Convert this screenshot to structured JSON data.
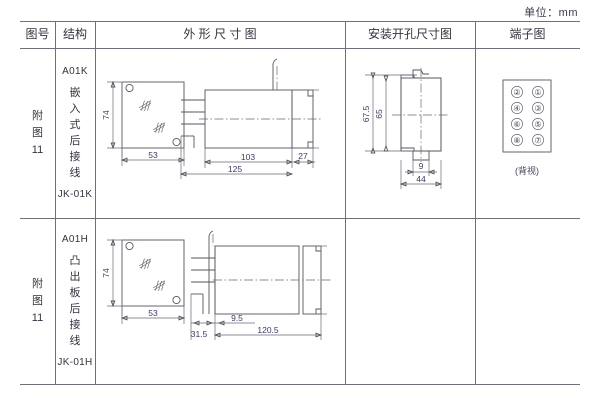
{
  "unit_note": "单位：mm",
  "table": {
    "headers": [
      {
        "key": "fig_no",
        "label": "图号"
      },
      {
        "key": "structure",
        "label": "结构"
      },
      {
        "key": "outline_dim",
        "label": "外 形 尺 寸 图"
      },
      {
        "key": "mounting_hole_dim",
        "label": "安装开孔尺寸图"
      },
      {
        "key": "terminal_diagram",
        "label": "端子图"
      }
    ],
    "rows": [
      {
        "fig_no_chars": [
          "附",
          "图",
          "11"
        ],
        "structure": {
          "code_top": "A01K",
          "name_chars": [
            "嵌",
            "入",
            "式",
            "后",
            "接",
            "线"
          ],
          "code_bottom": "JK-01K"
        },
        "outline": {
          "front_view": {
            "height_dim": "74",
            "width_dim": "53"
          },
          "side_view": {
            "body_dim": "103",
            "rear_dim": "27",
            "total_dim": "125"
          }
        },
        "mounting_hole": {
          "dims": [
            "67.5",
            "65",
            "9",
            "44"
          ]
        },
        "terminals": {
          "left_column": [
            "②",
            "④",
            "⑥",
            "⑧"
          ],
          "right_column": [
            "①",
            "③",
            "⑤",
            "⑦"
          ],
          "caption": "(背视)"
        }
      },
      {
        "fig_no_chars": [
          "附",
          "图",
          "11"
        ],
        "structure": {
          "code_top": "A01H",
          "name_chars": [
            "凸",
            "出",
            "板",
            "后",
            "接",
            "线"
          ],
          "code_bottom": "JK-01H"
        },
        "outline": {
          "front_view": {
            "height_dim": "74",
            "width_dim": "53"
          },
          "side_view": {
            "front_flange_dim": "31.5",
            "offset_dim": "9.5",
            "body_dim": "120.5"
          }
        }
      }
    ]
  }
}
